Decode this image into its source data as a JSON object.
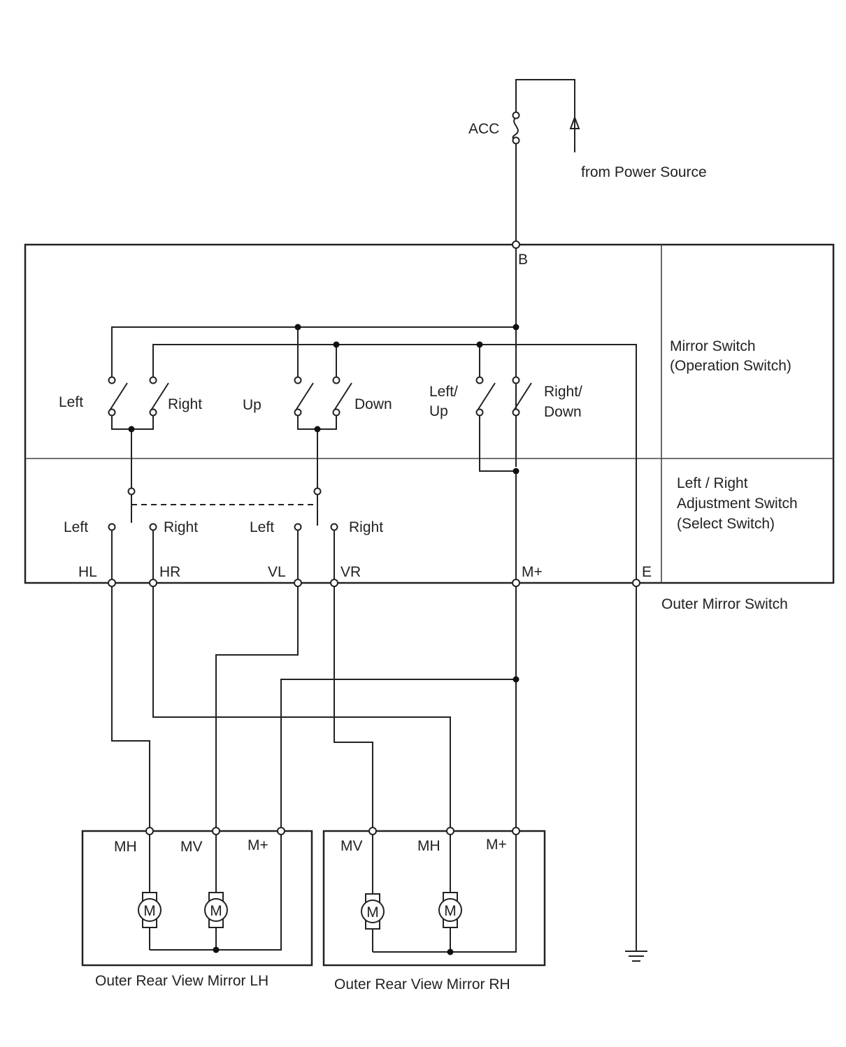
{
  "power": {
    "fuse_label": "ACC",
    "source_label": "from Power Source"
  },
  "outer_mirror_switch": {
    "label": "Outer Mirror Switch",
    "mirror_switch_label": [
      "Mirror Switch",
      "(Operation Switch)"
    ],
    "select_switch_label": [
      "Left / Right",
      "Adjustment  Switch",
      "(Select Switch)"
    ],
    "terminals": {
      "b": "B",
      "hl": "HL",
      "hr": "HR",
      "vl": "VL",
      "vr": "VR",
      "m_plus": "M+",
      "e": "E"
    },
    "operation_switches": {
      "left": "Left",
      "right": "Right",
      "up": "Up",
      "down": "Down",
      "left_up": [
        "Left/",
        "Up"
      ],
      "right_down": [
        "Right/",
        "Down"
      ]
    },
    "select_switches": {
      "left_1": "Left",
      "right_1": "Right",
      "left_2": "Left",
      "right_2": "Right"
    }
  },
  "mirror_lh": {
    "label": "Outer Rear View Mirror LH",
    "terminals": {
      "mh": "MH",
      "mv": "MV",
      "m_plus": "M+"
    },
    "motor_1": "M",
    "motor_2": "M"
  },
  "mirror_rh": {
    "label": "Outer Rear View Mirror RH",
    "terminals": {
      "mv": "MV",
      "mh": "MH",
      "m_plus": "M+"
    },
    "motor_1": "M",
    "motor_2": "M"
  }
}
